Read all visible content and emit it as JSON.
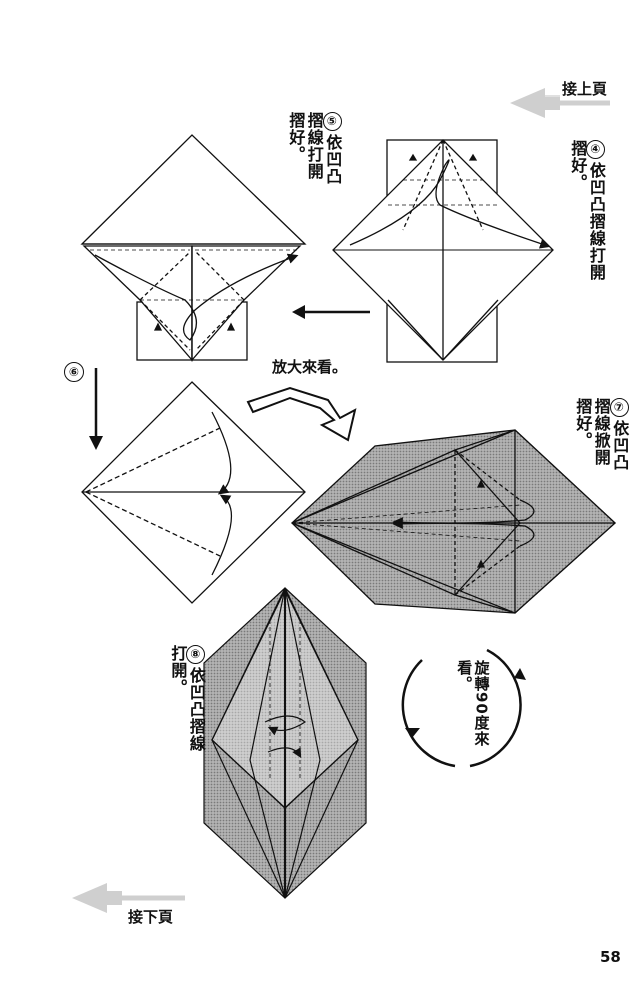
{
  "nav": {
    "prev_page": "接上頁",
    "next_page": "接下頁"
  },
  "steps": [
    {
      "num": "④",
      "text": "依凹凸摺線打開摺好。"
    },
    {
      "num": "⑤",
      "text": "依凹凸摺線打開摺好。"
    },
    {
      "num": "⑥",
      "text": ""
    },
    {
      "num": "⑦",
      "text": "依凹凸摺線掀開摺好。"
    },
    {
      "num": "⑧",
      "text": "依凹凸摺線打開。"
    }
  ],
  "enlarge_label": "放大來看。",
  "rotate_label": "旋轉90度來看。",
  "page_number": "58",
  "colors": {
    "ink": "#111111",
    "shade": "#9a9a9a",
    "arrow_gray": "#c8c8c8"
  }
}
